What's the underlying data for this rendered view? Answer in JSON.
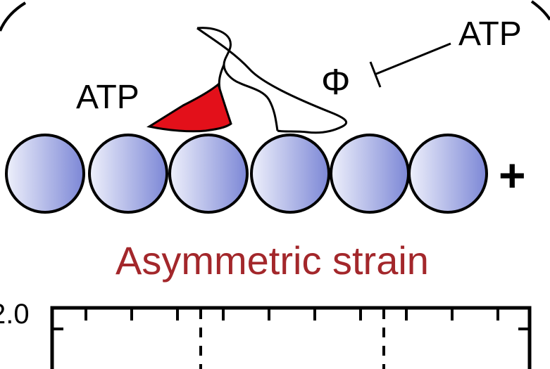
{
  "labels": {
    "atp_left": "ATP",
    "atp_right": "ATP",
    "phi": "Φ",
    "plus": "+",
    "caption": "Asymmetric strain",
    "axis_tick": "2.0"
  },
  "colors": {
    "bead_light": "#eef0fb",
    "bead_dark": "#7c87d6",
    "head": "#e3101a",
    "caption": "#a3272b",
    "ink": "#000000"
  },
  "beads": [
    "actin-subunit",
    "actin-subunit",
    "actin-subunit",
    "actin-subunit",
    "actin-subunit",
    "actin-subunit"
  ]
}
